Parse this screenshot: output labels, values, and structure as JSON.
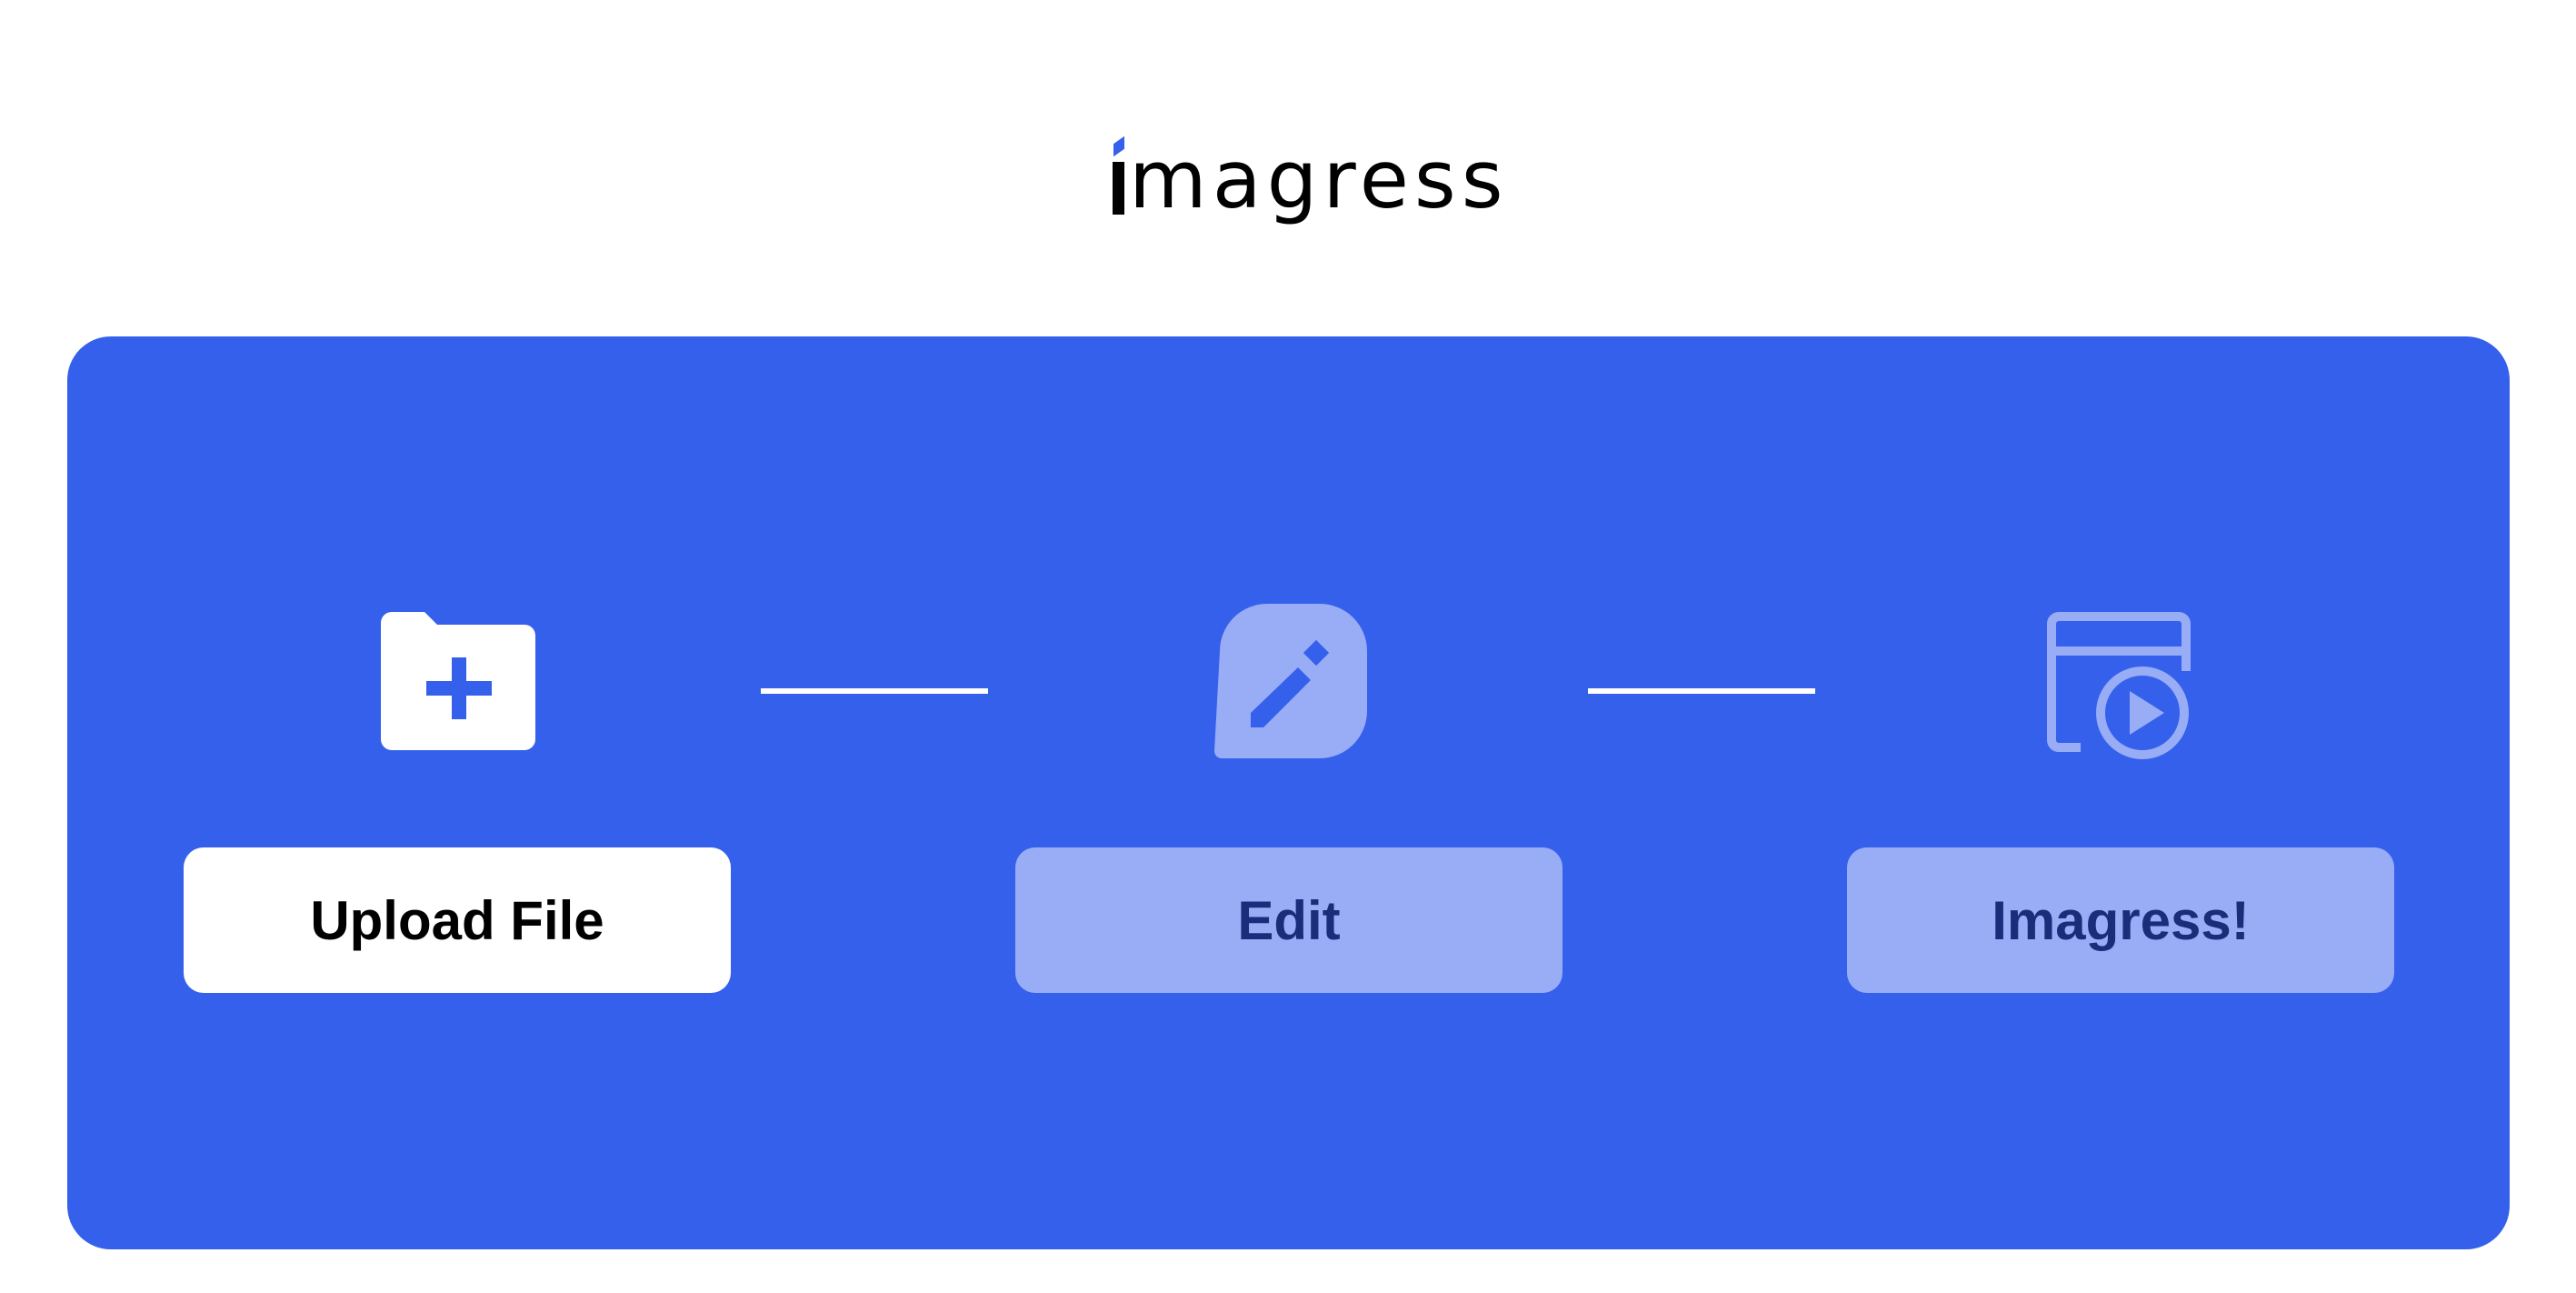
{
  "brand": {
    "name": "magress",
    "accent_color": "#3560EC"
  },
  "colors": {
    "panel": "#3560EC",
    "active_button": "#FFFFFF",
    "inactive_button": "#98ADF6",
    "inactive_text": "#1B2D7A"
  },
  "steps": [
    {
      "label": "Upload File",
      "icon": "folder-plus-icon",
      "state": "active"
    },
    {
      "label": "Edit",
      "icon": "edit-pencil-icon",
      "state": "inactive"
    },
    {
      "label": "Imagress!",
      "icon": "window-play-icon",
      "state": "inactive"
    }
  ]
}
